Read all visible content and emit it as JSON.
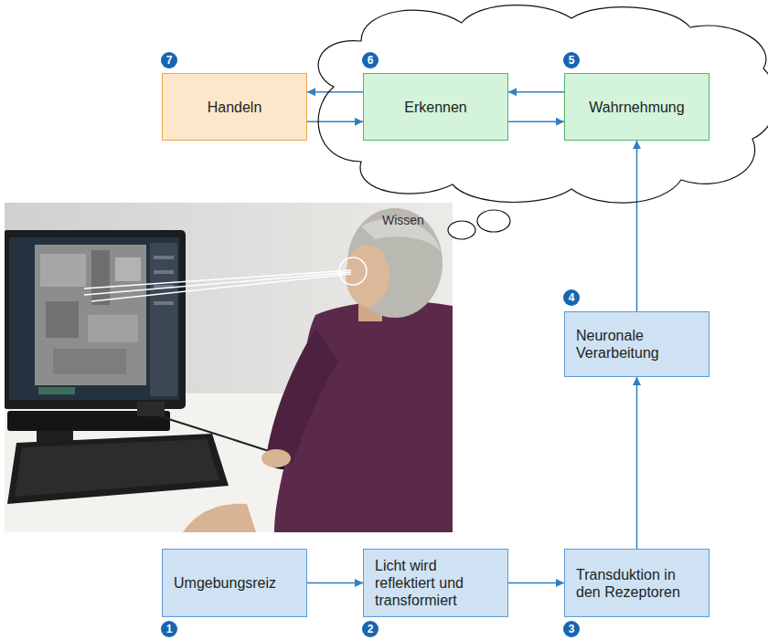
{
  "diagram": {
    "nodes": [
      {
        "text": [
          "Handeln"
        ]
      },
      {
        "text": [
          "Wissen"
        ]
      },
      {
        "text": [
          "Erkennen"
        ],
        "in": 1
      },
      {
        "text": [
          "Wahrnehmung"
        ],
        "in": 1
      },
      {
        "text": [
          "Neuronale Verarbeitung"
        ]
      },
      {
        "text": [
          "Umgebungsreiz"
        ]
      },
      {
        "text": [
          "Licht wird reflektiert und transformiert"
        ]
      },
      {
        "text": [
          "Transduktion in den Rezeptoren"
        ]
      }
    ],
    "edges": [
      {
        "from": 2,
        "to": 0,
        "arrow": "to"
      },
      {
        "from": 0,
        "to": 2,
        "arrow": "to"
      },
      {
        "from": 3,
        "to": 2,
        "arrow": "to"
      },
      {
        "from": 2,
        "to": 3,
        "arrow": "to"
      },
      {
        "from": 4,
        "to": 3,
        "arrow": "to"
      },
      {
        "from": 5,
        "to": 6,
        "arrow": "to"
      },
      {
        "from": 6,
        "to": 7,
        "arrow": "to"
      },
      {
        "from": 7,
        "to": 4,
        "arrow": "to"
      }
    ],
    "labels": [
      "7",
      "6",
      "5",
      "4",
      "1",
      "2",
      "3"
    ]
  }
}
